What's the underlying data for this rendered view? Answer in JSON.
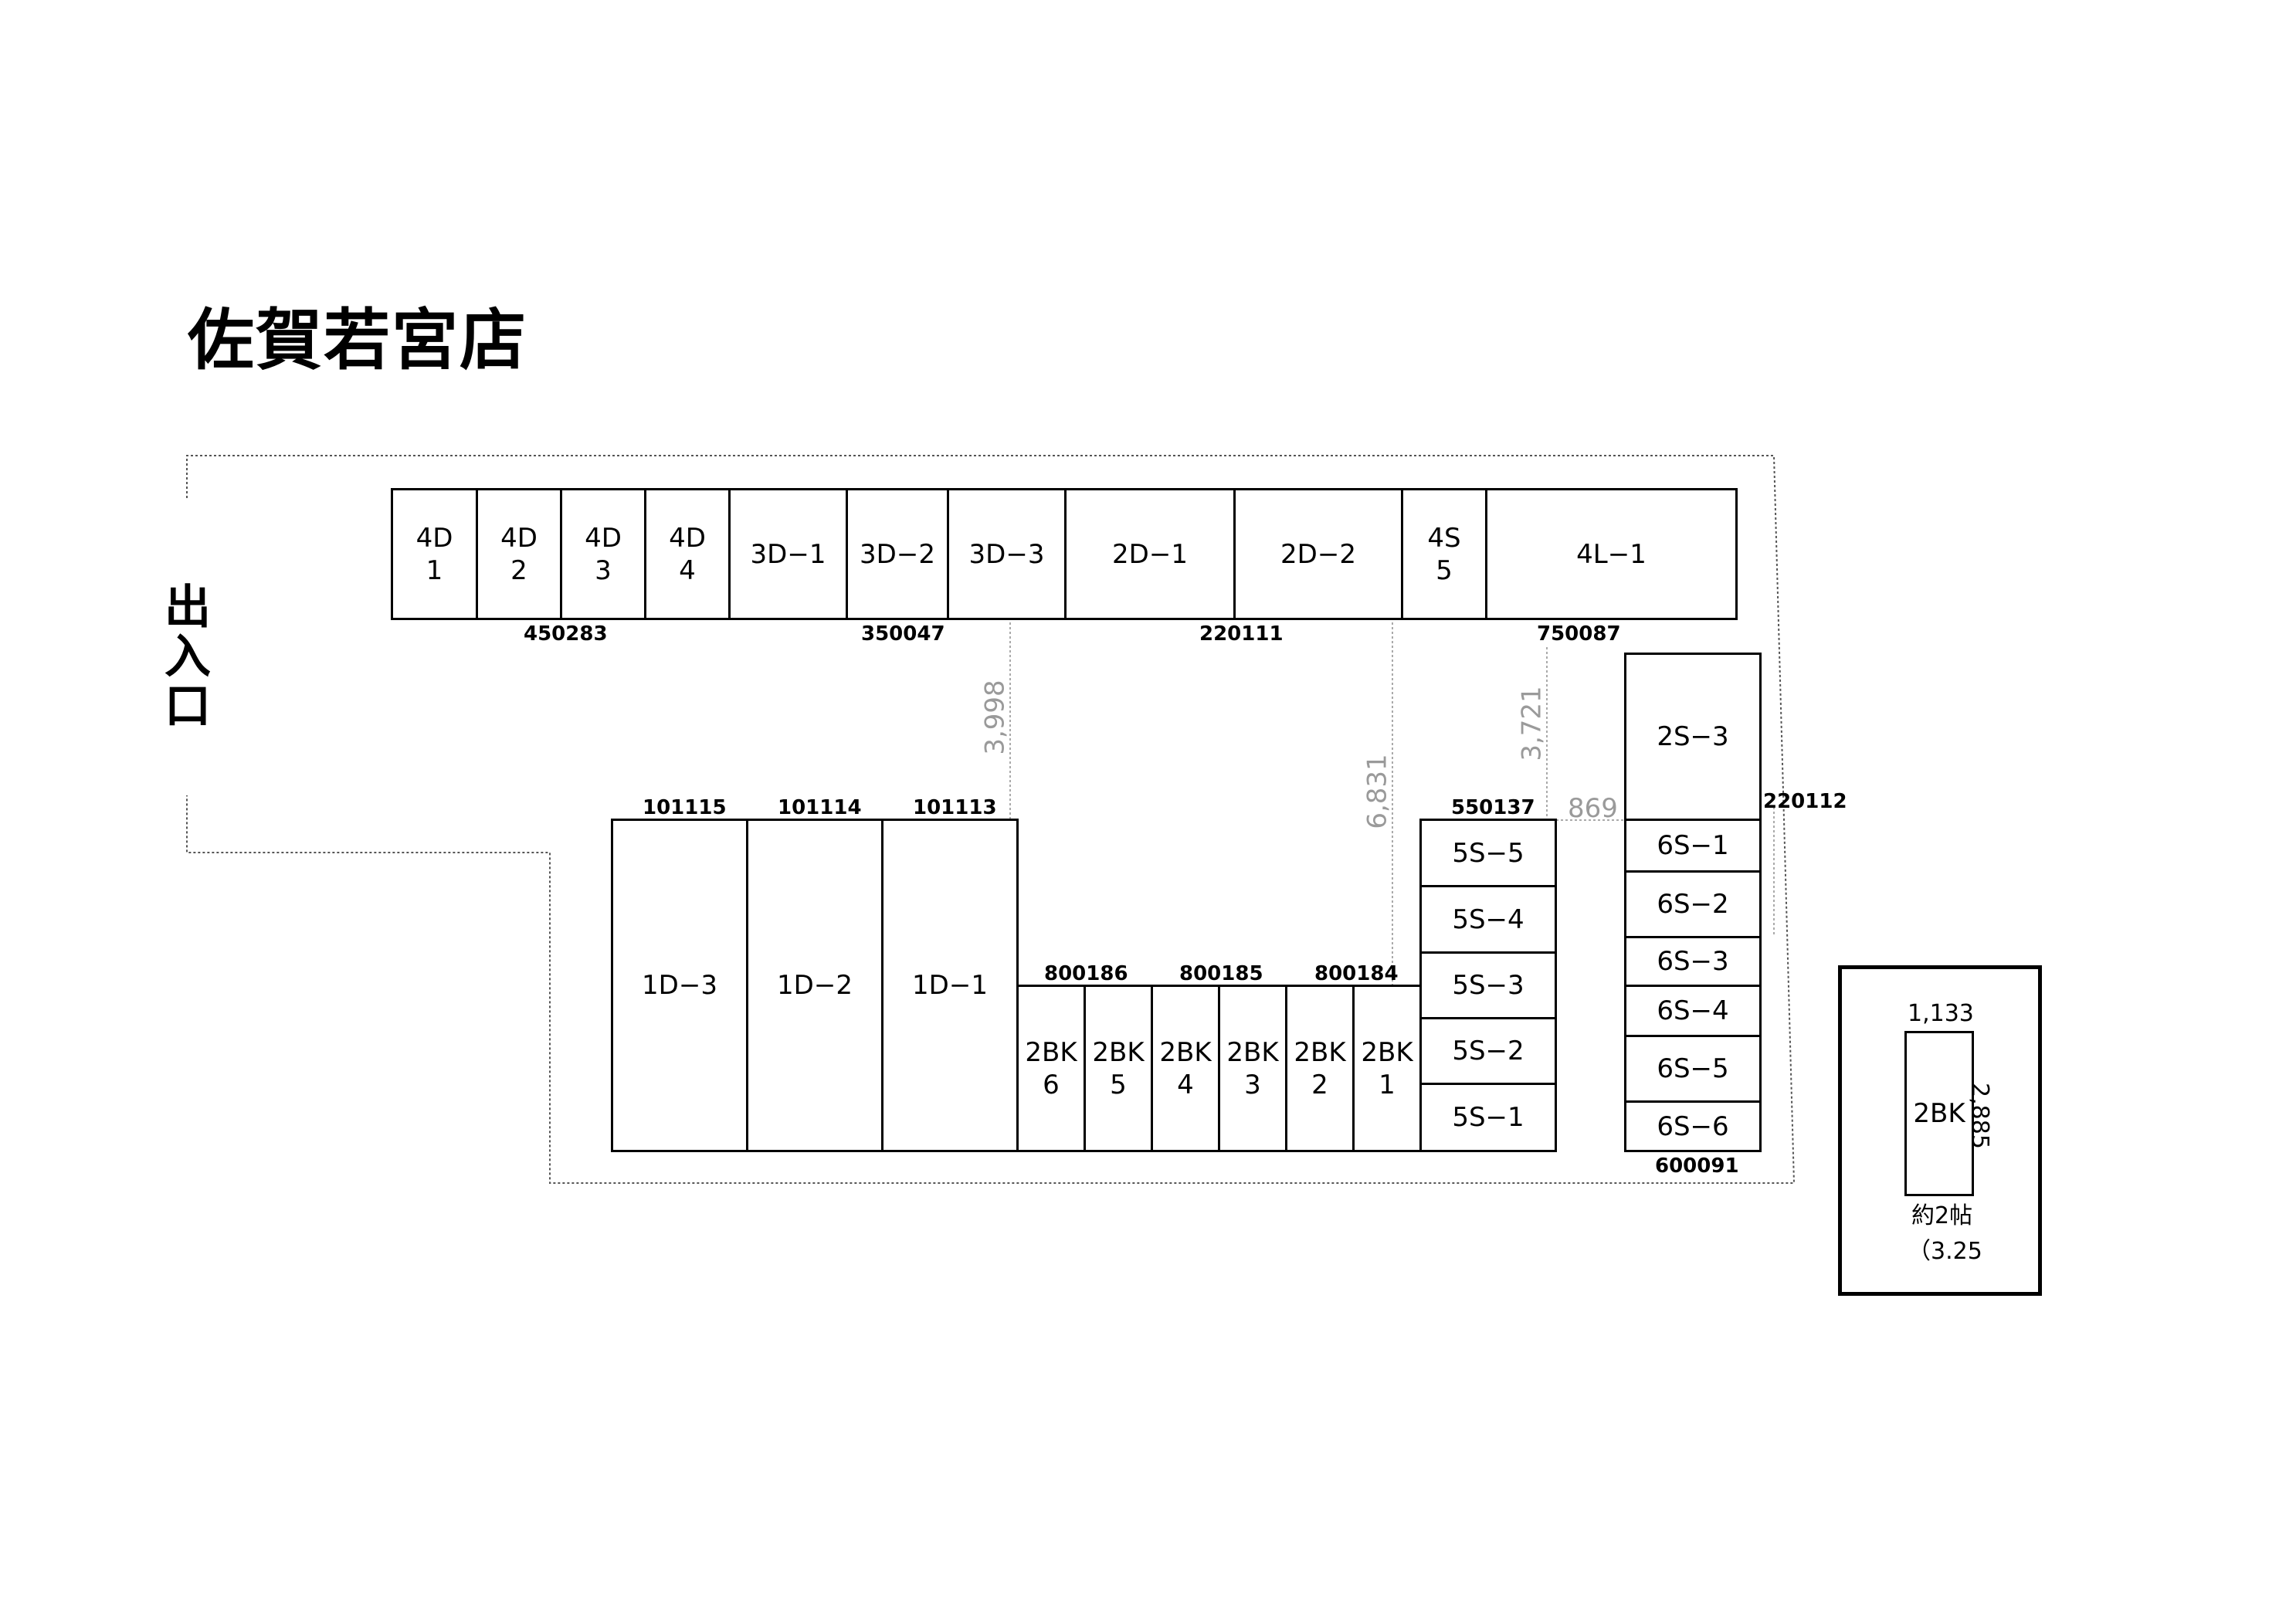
{
  "title": "佐賀若宮店",
  "entrance_label": [
    "出",
    "入",
    "口"
  ],
  "units": {
    "4D-1": [
      "4D",
      "1"
    ],
    "4D-2": [
      "4D",
      "2"
    ],
    "4D-3": [
      "4D",
      "3"
    ],
    "4D-4": [
      "4D",
      "4"
    ],
    "3D-1": [
      "3D−1"
    ],
    "3D-2": [
      "3D−2"
    ],
    "3D-3": [
      "3D−3"
    ],
    "2D-1": [
      "2D−1"
    ],
    "2D-2": [
      "2D−2"
    ],
    "4S-5": [
      "4S",
      "5"
    ],
    "4L-1": [
      "4L−1"
    ],
    "2S-3": [
      "2S−3"
    ],
    "6S-1": [
      "6S−1"
    ],
    "6S-2": [
      "6S−2"
    ],
    "6S-3": [
      "6S−3"
    ],
    "6S-4": [
      "6S−4"
    ],
    "6S-5": [
      "6S−5"
    ],
    "6S-6": [
      "6S−6"
    ],
    "1D-3": [
      "1D−3"
    ],
    "1D-2": [
      "1D−2"
    ],
    "1D-1": [
      "1D−1"
    ],
    "2BK-6": [
      "2BK",
      "6"
    ],
    "2BK-5": [
      "2BK",
      "5"
    ],
    "2BK-4": [
      "2BK",
      "4"
    ],
    "2BK-3": [
      "2BK",
      "3"
    ],
    "2BK-2": [
      "2BK",
      "2"
    ],
    "2BK-1": [
      "2BK",
      "1"
    ],
    "5S-5": [
      "5S−5"
    ],
    "5S-4": [
      "5S−4"
    ],
    "5S-3": [
      "5S−3"
    ],
    "5S-2": [
      "5S−2"
    ],
    "5S-1": [
      "5S−1"
    ]
  },
  "codes": {
    "c450283": "450283",
    "c350047": "350047",
    "c220111": "220111",
    "c750087": "750087",
    "c101115": "101115",
    "c101114": "101114",
    "c101113": "101113",
    "c550137": "550137",
    "c220112": "220112",
    "c800186": "800186",
    "c800185": "800185",
    "c800184": "800184",
    "c600091": "600091"
  },
  "dimensions": {
    "d3998": "3,998",
    "d6831": "6,831",
    "d3721": "3,721",
    "d869": "869"
  },
  "inset": {
    "unit_label": "2BK",
    "width": "1,133",
    "depth": "2,885",
    "size_note": "約2帖",
    "area_note": "（3.25"
  }
}
